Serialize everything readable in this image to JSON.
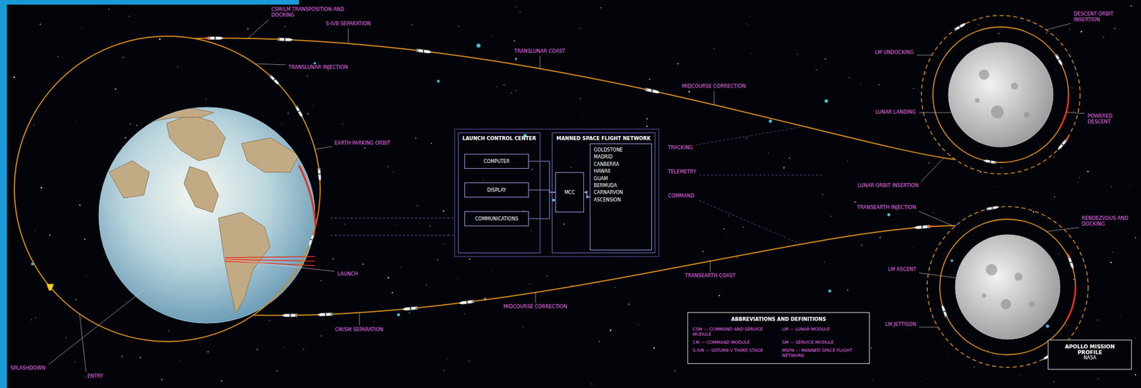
{
  "diagram": {
    "nodes": [
      {
        "text": [
          "LAUNCH CONTROL CENTER"
        ]
      },
      {
        "text": [
          "COMPUTER"
        ],
        "in": 0
      },
      {
        "text": [
          "DISPLAY"
        ],
        "in": 0
      },
      {
        "text": [
          "COMMUNICATIONS"
        ],
        "in": 0
      },
      {
        "text": [
          "MANNED SPACE FLIGHT NETWORK"
        ]
      },
      {
        "text": [
          "MCC"
        ],
        "in": 4
      },
      {
        "text": [
          "GOLDSTONE",
          "MADRID",
          "CANBERRA",
          "HAWAII",
          "GUAM",
          "BERMUDA",
          "CARNARVON",
          "ASCENSION"
        ],
        "in": 4
      },
      {
        "text": [
          "ABBREVIATIONS AND DEFINITIONS",
          "CSM — COMMAND AND SERVICE MODULE",
          "LM — LUNAR MODULE",
          "CM — COMMAND MODULE",
          "SM — SERVICE MODULE",
          "S-IVB — SATURN V THIRD STAGE",
          "MSFN — MANNED SPACE FLIGHT NETWORK"
        ]
      },
      {
        "text": [
          "APOLLO MISSION PROFILE",
          "NASA"
        ]
      }
    ],
    "edges": [
      {
        "from": 1,
        "to": 5,
        "arrow": "none"
      },
      {
        "from": 2,
        "to": 5,
        "arrow": "none"
      },
      {
        "from": 3,
        "to": 5,
        "arrow": "none"
      },
      {
        "from": 5,
        "to": 6,
        "arrow": "both"
      }
    ],
    "labels": [
      "CSM/LM TRANSPOSITION AND DOCKING",
      "TRANSLUNAR INJECTION",
      "EARTH PARKING ORBIT",
      "LAUNCH",
      "SPLASHDOWN",
      "ENTRY",
      "S-IVB SEPARATION",
      "TRANSLUNAR COAST",
      "MIDCOURSE CORRECTION",
      "LUNAR ORBIT INSERTION",
      "LM UNDOCKING",
      "DESCENT ORBIT INSERTION",
      "POWERED DESCENT",
      "LUNAR LANDING",
      "TRANSEARTH INJECTION",
      "LM ASCENT",
      "RENDEZVOUS AND DOCKING",
      "LM JETTISON",
      "TRANSEARTH COAST",
      "MIDCOURSE CORRECTION",
      "CM/SM SEPARATION",
      "TRACKING",
      "TELEMETRY",
      "COMMAND"
    ]
  }
}
